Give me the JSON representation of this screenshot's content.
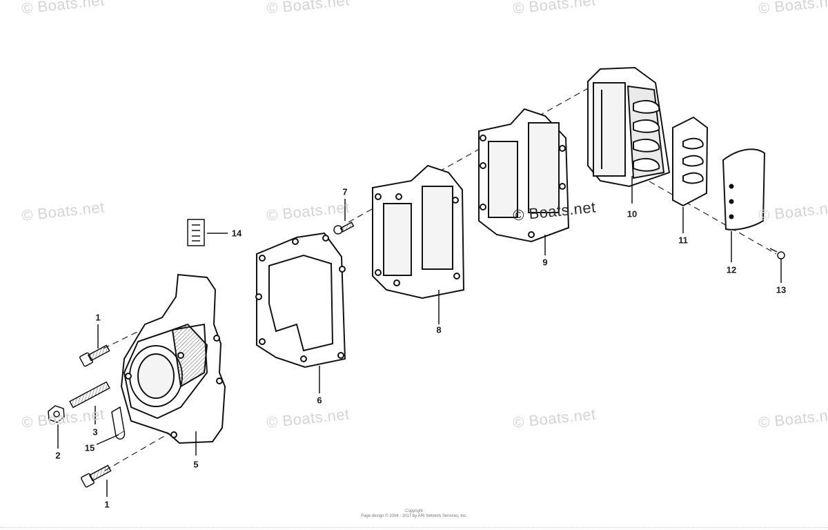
{
  "watermark": "© Boats.net",
  "parts": [
    {
      "id": "1a",
      "label": "1"
    },
    {
      "id": "1b",
      "label": "1"
    },
    {
      "id": "2",
      "label": "2"
    },
    {
      "id": "3",
      "label": "3"
    },
    {
      "id": "5",
      "label": "5"
    },
    {
      "id": "6",
      "label": "6"
    },
    {
      "id": "7",
      "label": "7"
    },
    {
      "id": "8",
      "label": "8"
    },
    {
      "id": "9",
      "label": "9"
    },
    {
      "id": "10",
      "label": "10"
    },
    {
      "id": "11",
      "label": "11"
    },
    {
      "id": "12",
      "label": "12"
    },
    {
      "id": "13",
      "label": "13"
    },
    {
      "id": "14",
      "label": "14"
    },
    {
      "id": "15",
      "label": "15"
    }
  ],
  "copyright": {
    "line1": "Copyright",
    "line2": "Page design © 2004 - 2017 by ARI Network Services, Inc."
  }
}
